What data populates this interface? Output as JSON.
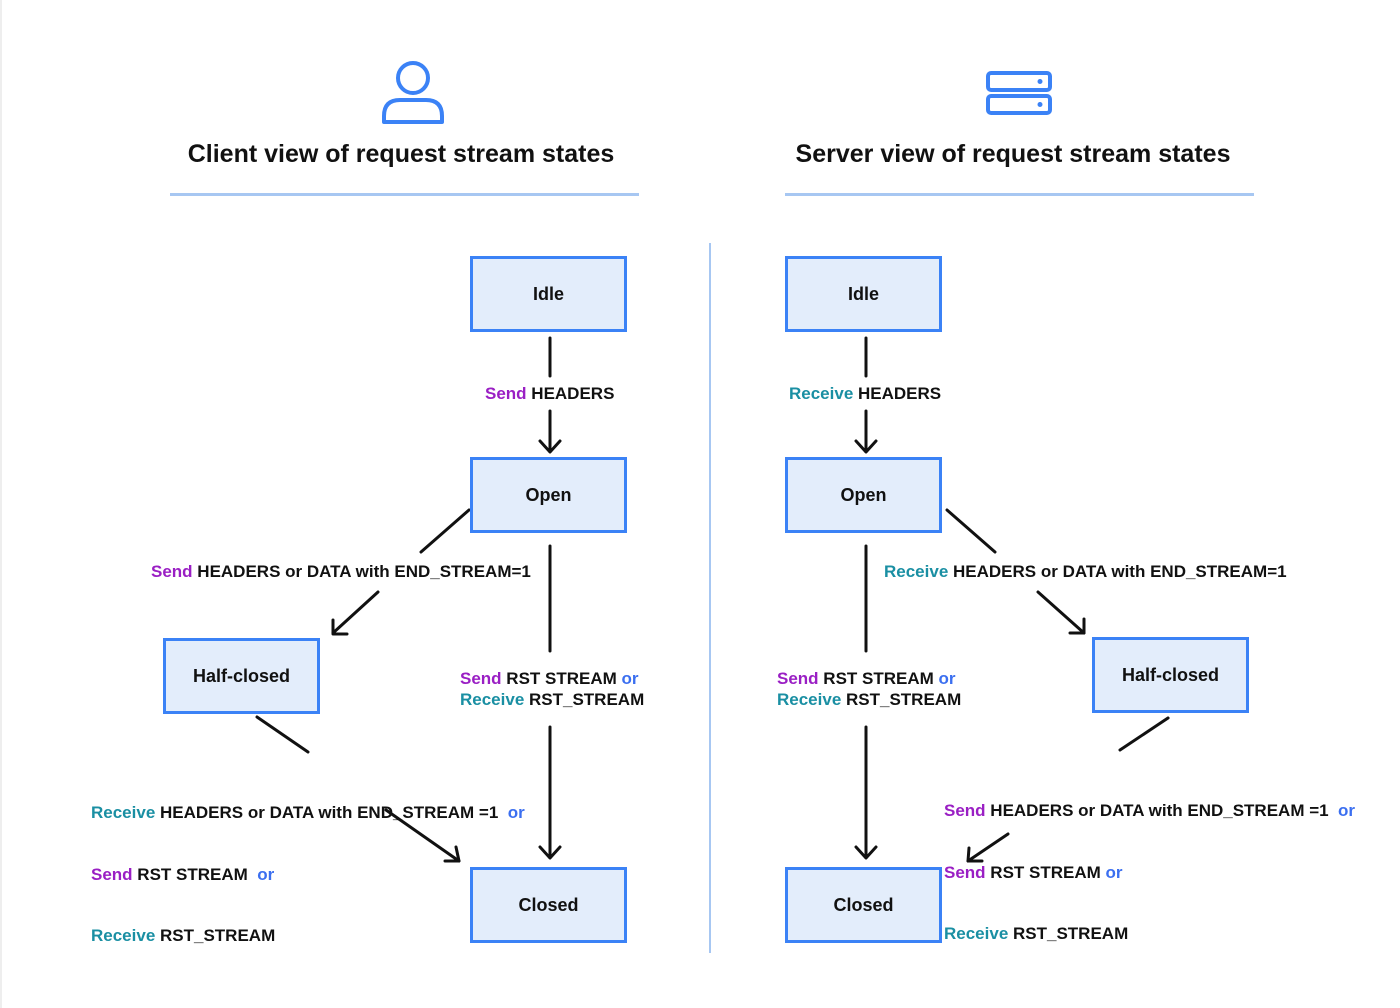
{
  "colors": {
    "send": "#9a1fc4",
    "receive": "#1a8fa3",
    "or": "#3b6ff0",
    "node_fill": "#e3edfb",
    "node_border": "#3b82f6",
    "rule": "#a7c7f2"
  },
  "client": {
    "icon": "user-icon",
    "title": "Client view of request stream states",
    "nodes": {
      "idle": "Idle",
      "open": "Open",
      "half_closed": "Half-closed",
      "closed": "Closed"
    },
    "edges": {
      "idle_open": {
        "verb": "Send",
        "text": " HEADERS"
      },
      "open_half": {
        "verb": "Send",
        "text": " HEADERS or DATA with END_STREAM=1"
      },
      "open_closed": {
        "line1_verb": "Send",
        "line1_text": " RST STREAM ",
        "line1_or": "or",
        "line2_verb": "Receive",
        "line2_text": " RST_STREAM"
      },
      "half_closed": {
        "line1_verb": "Receive",
        "line1_text": " HEADERS or DATA with END_STREAM =1  ",
        "line1_or": "or",
        "line2_verb": "Send",
        "line2_text": " RST STREAM  ",
        "line2_or": "or",
        "line3_verb": "Receive",
        "line3_text": " RST_STREAM"
      }
    }
  },
  "server": {
    "icon": "server-icon",
    "title": "Server view of request stream states",
    "nodes": {
      "idle": "Idle",
      "open": "Open",
      "half_closed": "Half-closed",
      "closed": "Closed"
    },
    "edges": {
      "idle_open": {
        "verb": "Receive",
        "text": " HEADERS"
      },
      "open_half": {
        "verb": "Receive",
        "text": " HEADERS or DATA with END_STREAM=1"
      },
      "open_closed": {
        "line1_verb": "Send",
        "line1_text": " RST STREAM ",
        "line1_or": "or",
        "line2_verb": "Receive",
        "line2_text": " RST_STREAM"
      },
      "half_closed": {
        "line1_verb": "Send",
        "line1_text": " HEADERS or DATA with END_STREAM =1  ",
        "line1_or": "or",
        "line2_verb": "Send",
        "line2_text": " RST STREAM ",
        "line2_or": "or",
        "line3_verb": "Receive",
        "line3_text": " RST_STREAM"
      }
    }
  }
}
